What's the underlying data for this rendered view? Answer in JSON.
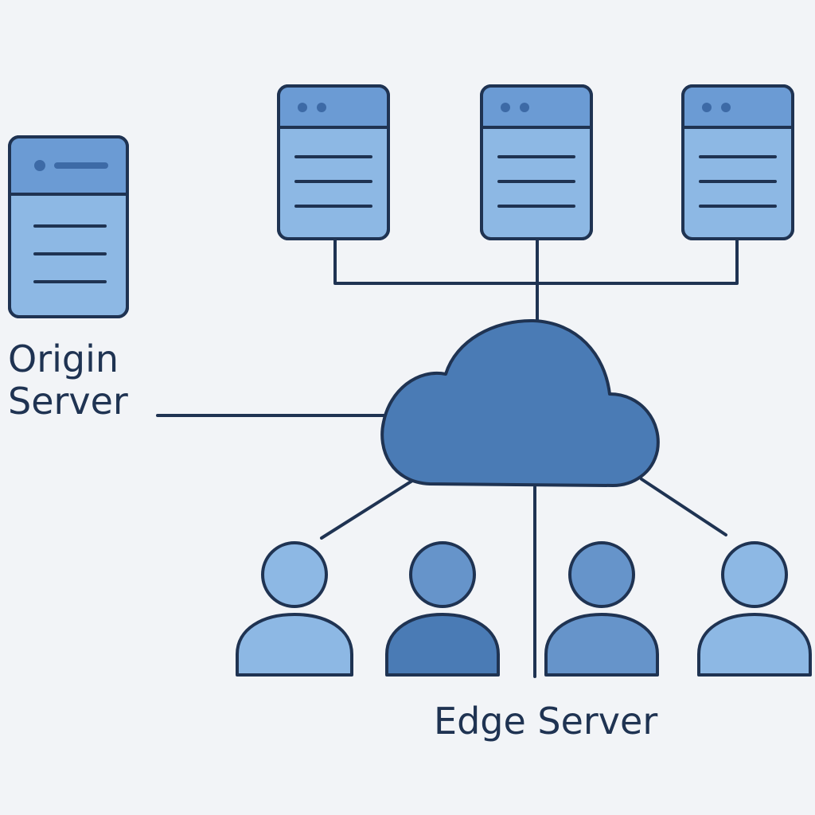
{
  "labels": {
    "origin_line1": "Origin",
    "origin_line2": "Server",
    "edge": "Edge Server"
  },
  "colors": {
    "background": "#f2f4f7",
    "outline": "#1f3352",
    "server_header": "#6b9bd4",
    "server_body": "#8db8e4",
    "cloud": "#4a7bb5",
    "user_light": "#8db8e4",
    "user_mid": "#6694ca",
    "user_dark": "#4a7bb5"
  },
  "nodes": {
    "origin_server": "server-icon",
    "edge_servers": [
      "server-icon",
      "server-icon",
      "server-icon"
    ],
    "network": "cloud-icon",
    "users": [
      "user-icon",
      "user-icon",
      "user-icon",
      "user-icon"
    ]
  }
}
